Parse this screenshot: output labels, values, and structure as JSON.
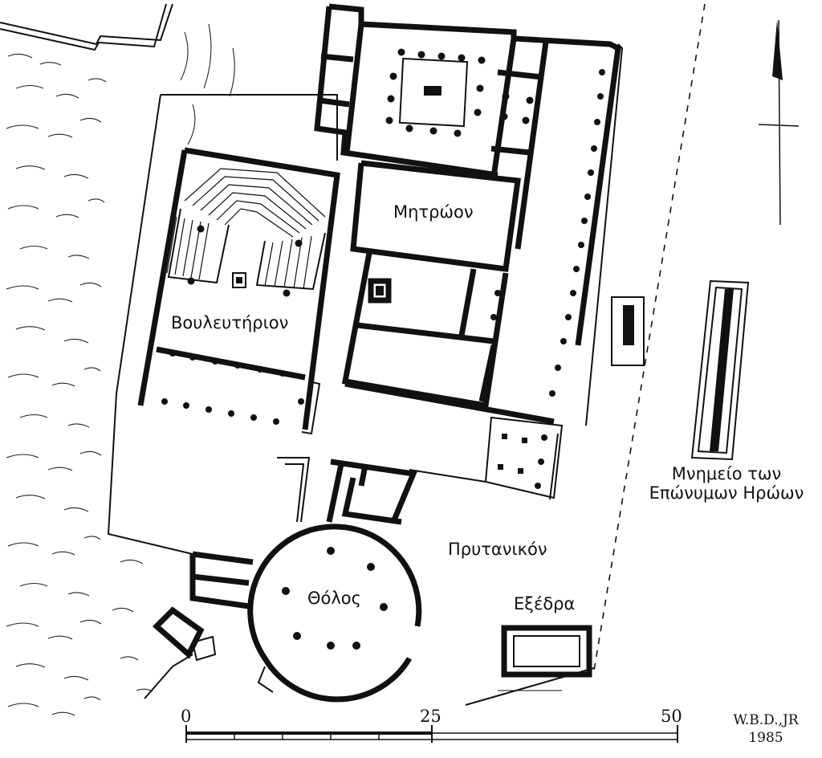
{
  "labels": {
    "bouleuterion": "Βουλευτήριον",
    "metroon": "Μητρώον",
    "monument_line1": "Μνημείο των",
    "monument_line2": "Επώνυμων Ηρώων",
    "prytanikon": "Πρυτανικόν",
    "tholos": "Θόλος",
    "exedra": "Εξέδρα"
  },
  "scale": {
    "ticks": [
      "0",
      "25",
      "50"
    ]
  },
  "credit": {
    "author": "W.B.D.,JR",
    "year": "1985"
  },
  "icons": {
    "north_arrow": "north-arrow-icon"
  }
}
